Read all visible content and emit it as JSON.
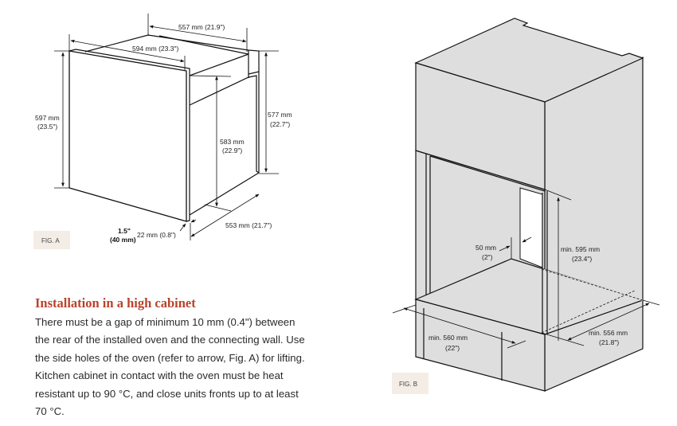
{
  "fig_a": {
    "label": "FIG. A",
    "dims": {
      "top_depth": "557 mm (21.9\")",
      "front_width": "594 mm (23.3\")",
      "front_height_mm": "597 mm",
      "front_height_in": "(23.5\")",
      "body_height_mm": "577 mm",
      "body_height_in": "(22.7\")",
      "inner_height_mm": "583 mm",
      "inner_height_in": "(22.9\")",
      "side_depth": "553 mm (21.7\")",
      "door_thickness": "22 mm (0.8\")",
      "handle_in": "1.5\"",
      "handle_mm": "(40 mm)"
    }
  },
  "fig_b": {
    "label": "FIG. B",
    "dims": {
      "gap_mm": "50 mm",
      "gap_in": "(2\")",
      "height_mm": "min. 595 mm",
      "height_in": "(23.4\")",
      "width_mm": "min. 560 mm",
      "width_in": "(22\")",
      "depth_mm": "min. 556 mm",
      "depth_in": "(21.8\")"
    }
  },
  "section": {
    "heading": "Installation in a high cabinet",
    "lines": [
      "There must be a gap of minimum 10 mm (0.4\") between",
      "the rear of the installed oven and the connecting wall. Use",
      "the side holes of the oven (refer to arrow, Fig. A) for lifting.",
      "Kitchen cabinet in contact with the oven must be heat",
      "resistant up to 90 °C, and close units fronts up to at least",
      "70 °C."
    ]
  },
  "colors": {
    "heading": "#b8432b",
    "fig_label_bg": "#f3ede6",
    "cabinet_fill": "#dedede"
  }
}
